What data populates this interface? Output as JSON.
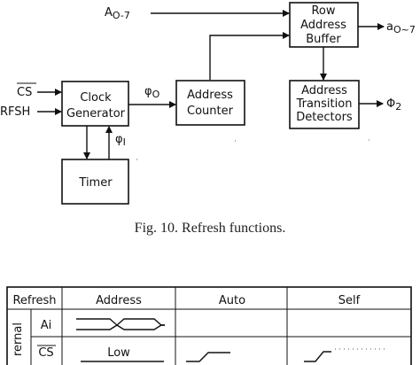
{
  "diagram": {
    "signals": {
      "address_in": "A",
      "address_in_sub": "O-7",
      "row_out": "a",
      "row_out_sub": "O~7",
      "cs": "CS",
      "rfsh": "RFSH",
      "phi_0": "φ",
      "phi_0_sub": "O",
      "phi_1": "φ",
      "phi_1_sub": "I",
      "phi_2": "Φ",
      "phi_2_sub": "2"
    },
    "blocks": {
      "row_buffer": [
        "Row",
        "Address",
        "Buffer"
      ],
      "clock_generator": [
        "Clock",
        "Generator"
      ],
      "address_counter": [
        "Address",
        "Counter"
      ],
      "address_transition_detectors": [
        "Address",
        "Transition",
        "Detectors"
      ],
      "timer": [
        "Timer"
      ]
    },
    "caption": "Fig. 10.    Refresh functions."
  },
  "table": {
    "headers": [
      "Refresh",
      "Address",
      "Auto",
      "Self"
    ],
    "row_group": "rernal",
    "rows": [
      {
        "signal": "Ai",
        "address_value": ""
      },
      {
        "signal": "CS",
        "address_value": "Low"
      }
    ]
  }
}
